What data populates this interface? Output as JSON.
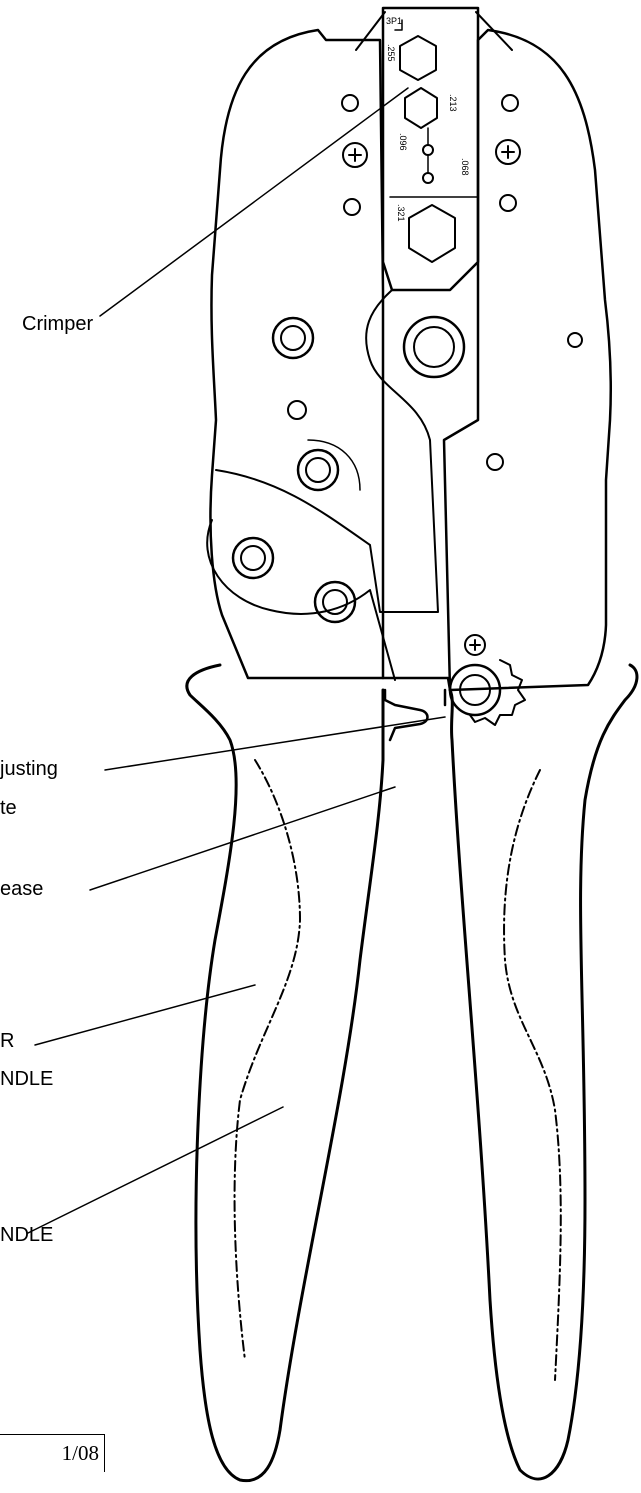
{
  "labels": {
    "crimper": "Crimper",
    "adjusting_line1": "justing",
    "adjusting_line2": "te",
    "release": "ease",
    "upper_line1": "R",
    "upper_line2": "NDLE",
    "lower": "NDLE"
  },
  "die_marks": {
    "d1": "3P1",
    "d2": ".255",
    "d3": ".213",
    "d4": ".068",
    "d5": ".096",
    "d6": ".321"
  },
  "version": "1/08",
  "colors": {
    "line": "#000000",
    "background": "#ffffff"
  }
}
